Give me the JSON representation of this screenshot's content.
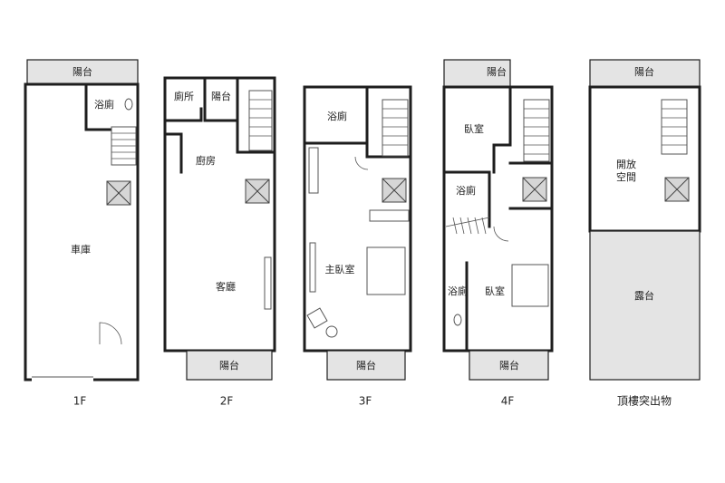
{
  "floors": [
    {
      "label": "1F",
      "rooms": {
        "balcony_top": "陽台",
        "bath": "浴廁",
        "garage": "車庫"
      }
    },
    {
      "label": "2F",
      "rooms": {
        "toilet": "廁所",
        "balcony_back": "陽台",
        "kitchen": "廚房",
        "living": "客廳",
        "balcony_front": "陽台"
      }
    },
    {
      "label": "3F",
      "rooms": {
        "bath": "浴廁",
        "master": "主臥室",
        "balcony_front": "陽台"
      }
    },
    {
      "label": "4F",
      "rooms": {
        "balcony_top": "陽台",
        "bedroom_back": "臥室",
        "bath_mid": "浴廁",
        "bath_front": "浴廁",
        "bedroom_front": "臥室",
        "balcony_front": "陽台"
      }
    },
    {
      "label": "頂樓突出物",
      "rooms": {
        "balcony_top": "陽台",
        "open_space": "開放\n空間",
        "terrace": "露台"
      }
    }
  ]
}
